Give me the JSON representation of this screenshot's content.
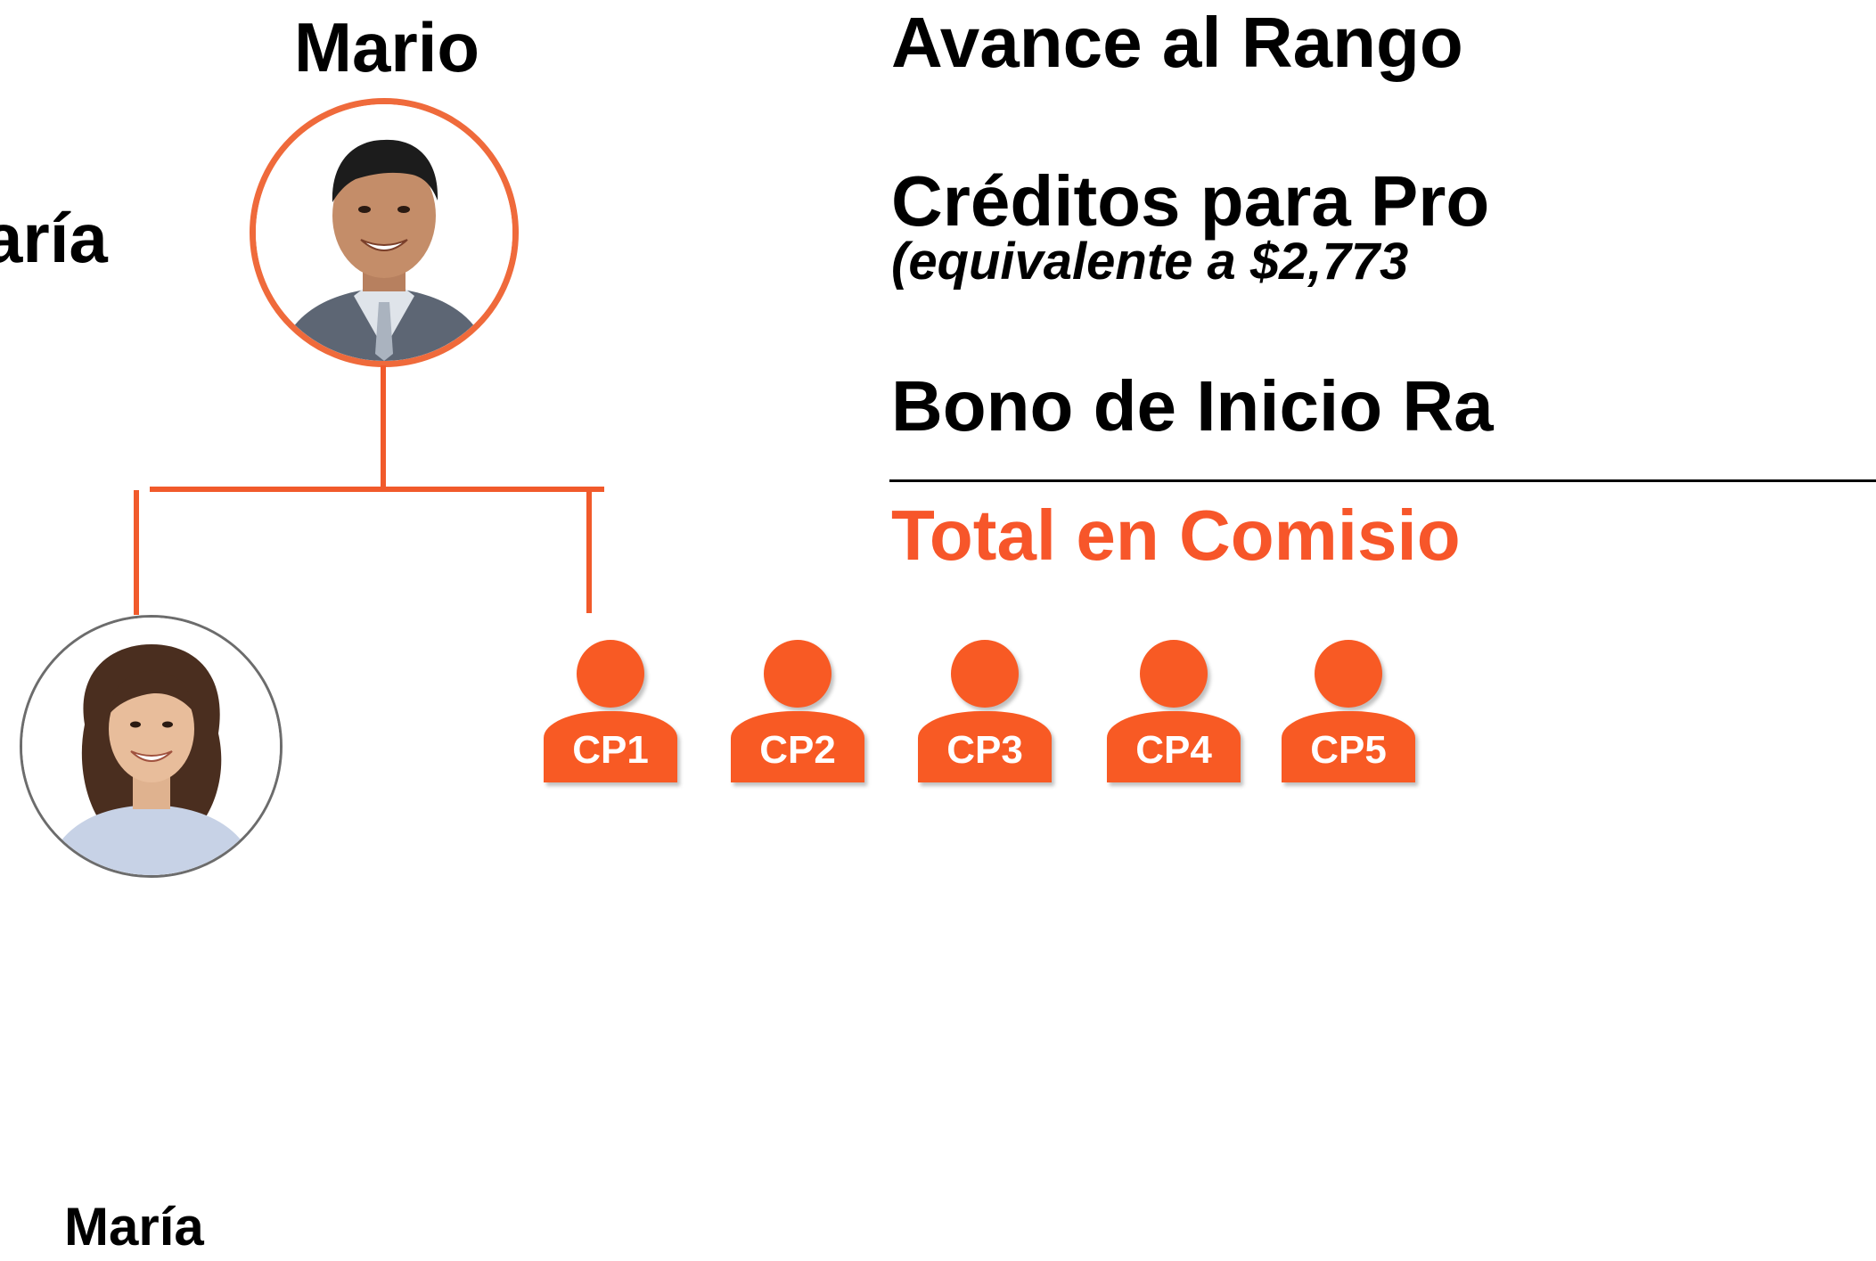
{
  "top_person": {
    "name": "Mario"
  },
  "left_partial_text": "aría",
  "bottom_person": {
    "name": "María"
  },
  "lines": {
    "rank_advance": "Avance al Rango",
    "product_credits": "Créditos para Pro",
    "product_credits_note": "(equivalente a $2,773",
    "start_bonus": "Bono de Inicio Ra",
    "total": "Total en Comisio"
  },
  "customers": [
    "CP1",
    "CP2",
    "CP3",
    "CP4",
    "CP5"
  ],
  "colors": {
    "accent": "#f85a24",
    "connector": "#f15a2b",
    "total_text": "#f7562a",
    "ring": "#ef6a3b"
  },
  "icons": [
    "person-avatar-male",
    "person-avatar-female",
    "customer-person-icon"
  ]
}
